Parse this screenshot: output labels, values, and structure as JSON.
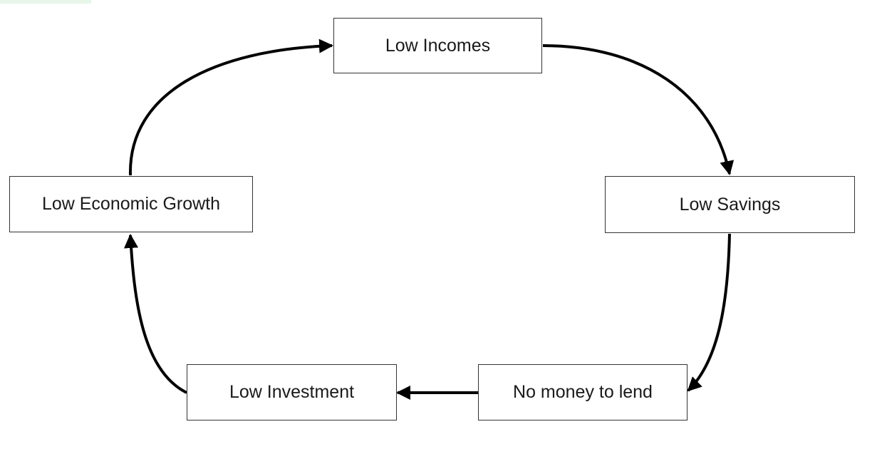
{
  "diagram": {
    "type": "cycle",
    "nodes": {
      "low_incomes": "Low Incomes",
      "low_savings": "Low Savings",
      "no_money_to_lend": "No money to lend",
      "low_investment": "Low Investment",
      "low_economic_growth": "Low Economic Growth"
    },
    "edges": [
      {
        "from": "Low Incomes",
        "to": "Low Savings"
      },
      {
        "from": "Low Savings",
        "to": "No money to lend"
      },
      {
        "from": "No money to lend",
        "to": "Low Investment"
      },
      {
        "from": "Low Investment",
        "to": "Low Economic Growth"
      },
      {
        "from": "Low Economic Growth",
        "to": "Low Incomes"
      }
    ],
    "colors": {
      "stroke": "#000000",
      "box_border": "#333333",
      "text": "#1a1a1a",
      "corner_tint": "#e8f5e9"
    }
  }
}
